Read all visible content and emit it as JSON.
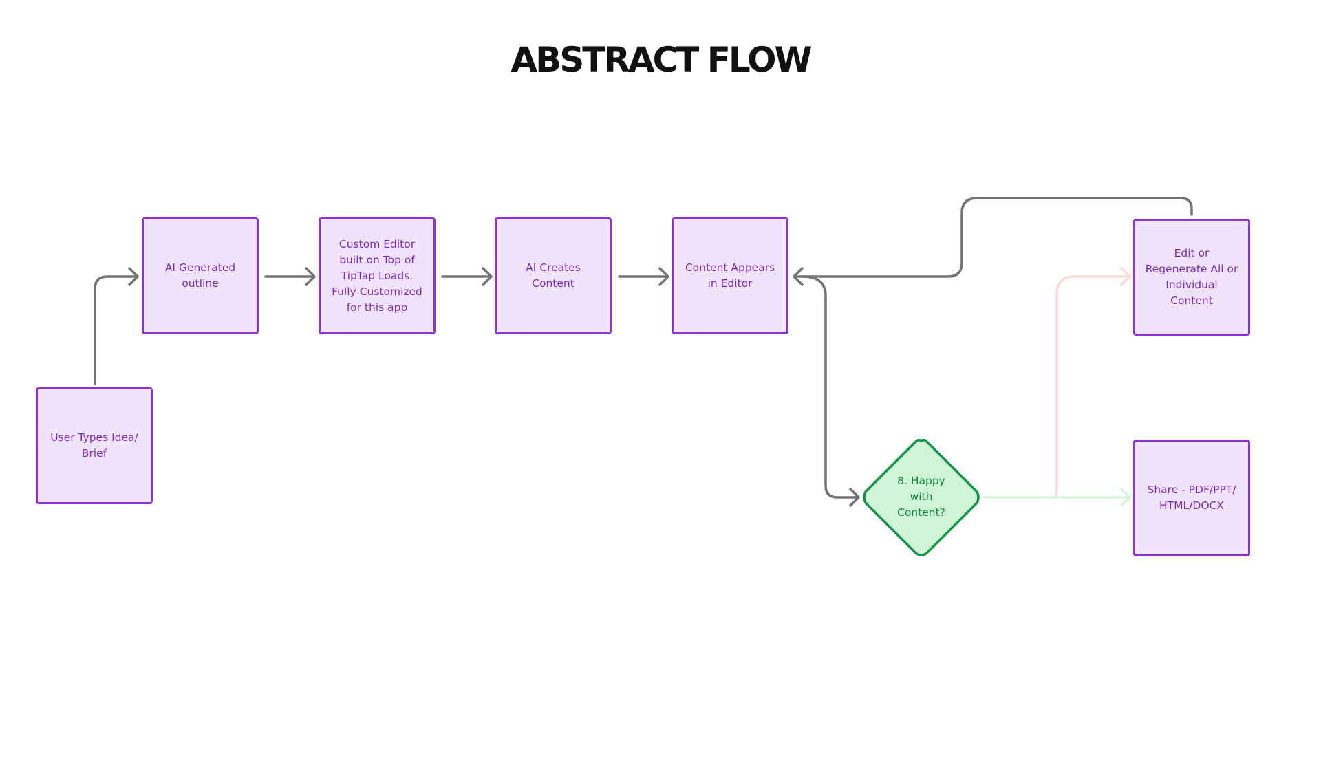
{
  "title": "ABSTRACT FLOW",
  "colors": {
    "node_fill": "#f1e3fc",
    "node_border": "#8a34d6",
    "node_text": "#7b2bc0",
    "decision_fill": "#cff4d6",
    "decision_border": "#139447",
    "decision_text": "#0f8a3c",
    "connector": "#737373",
    "connector_faint_red": "#fbd9d6",
    "connector_faint_green": "#d3f5da"
  },
  "nodes": {
    "idea": "User Types Idea/ Brief",
    "outline": "AI Generated outline",
    "editor_built": "Custom Editor built on Top of TipTap Loads. Fully Customized for this app",
    "creates": "AI Creates Content",
    "appears": "Content Appears in Editor",
    "edit": "Edit or Regenerate All or Individual Content",
    "share": "Share - PDF/PPT/ HTML/DOCX"
  },
  "decision": {
    "label": "8. Happy with Content?"
  }
}
